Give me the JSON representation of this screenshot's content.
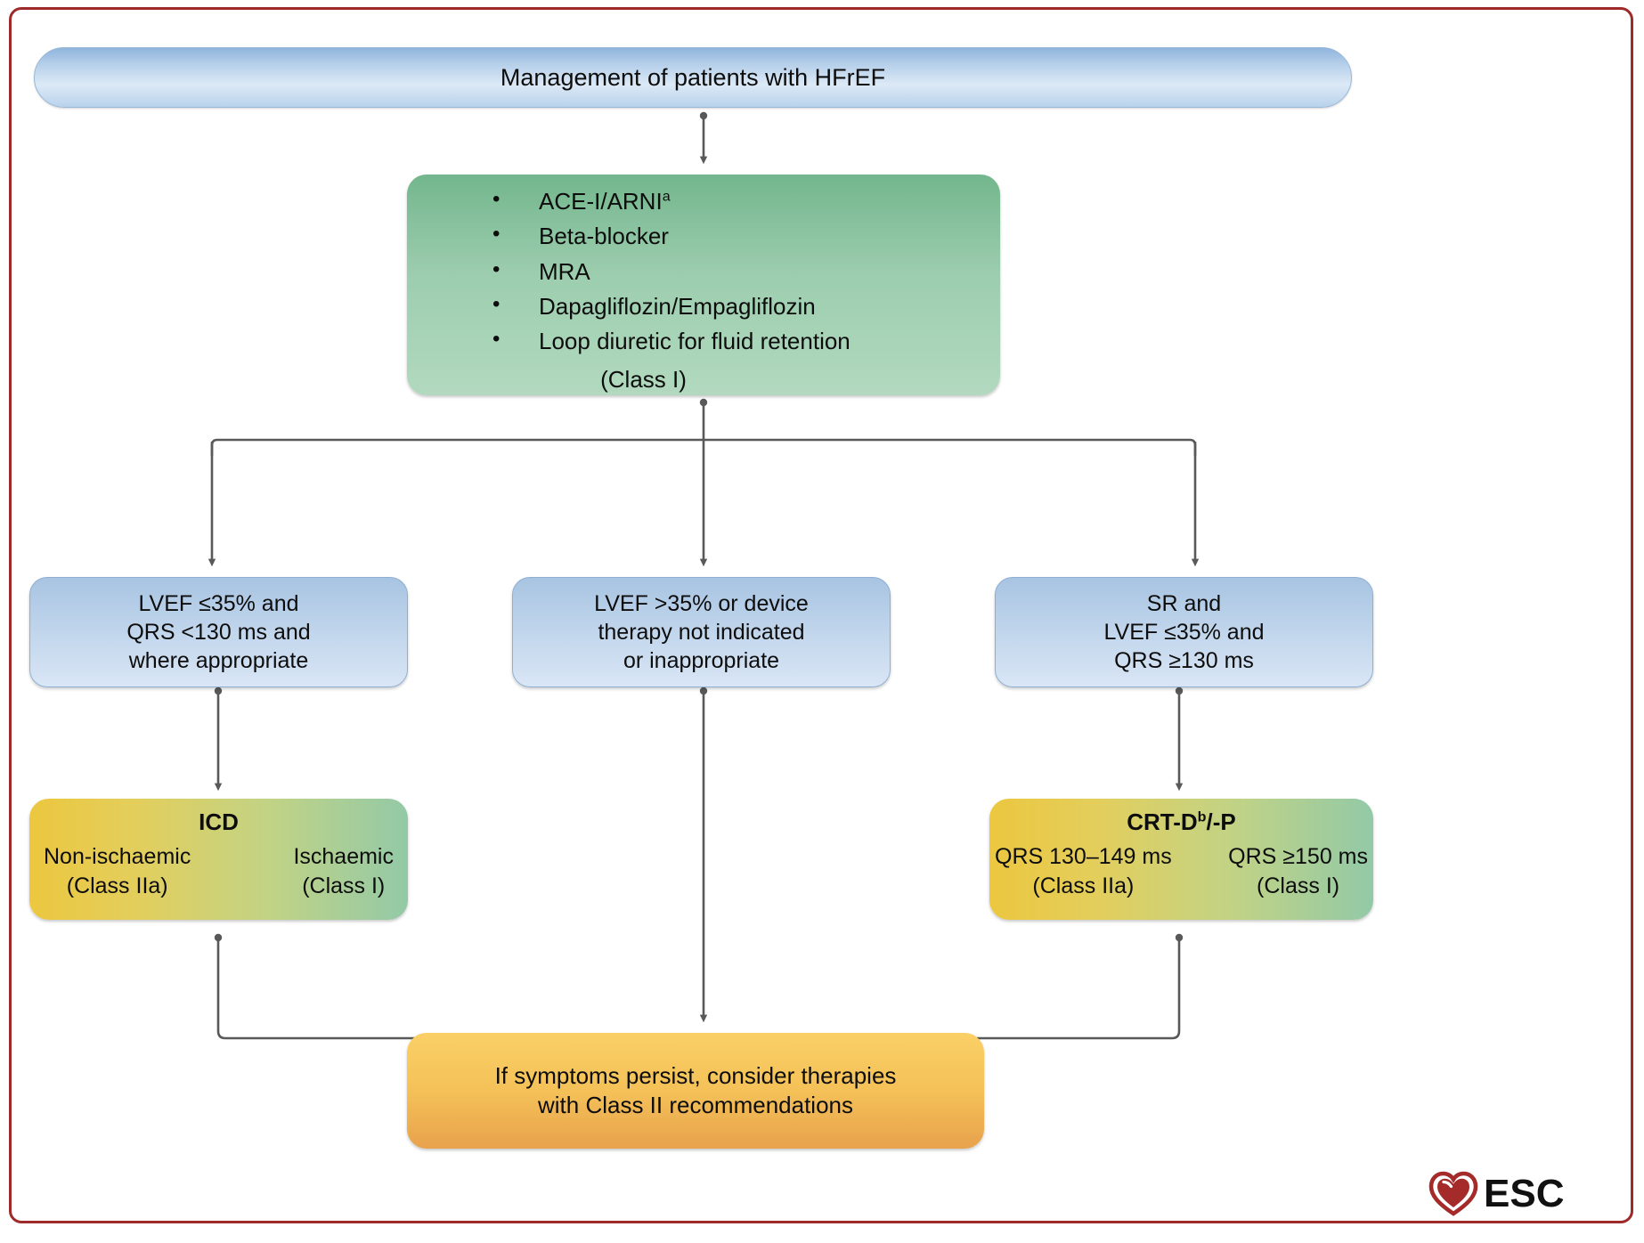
{
  "figure": {
    "title_banner": "Management of patients with HFrEF"
  },
  "therapy_box": {
    "items": [
      "ACE-I/ARNI",
      "Beta-blocker",
      "MRA",
      "Dapagliflozin/Empagliflozin",
      "Loop diuretic for fluid retention"
    ],
    "first_item_superscript": "a",
    "class_line": "(Class I)"
  },
  "decisions": [
    {
      "name": "icd-criteria",
      "lines": [
        "LVEF ≤35% and",
        "QRS <130 ms and",
        "where appropriate"
      ]
    },
    {
      "name": "no-device-criteria",
      "lines": [
        "LVEF >35% or device",
        "therapy not indicated",
        "or inappropriate"
      ]
    },
    {
      "name": "crt-criteria",
      "lines": [
        "SR and",
        "LVEF ≤35% and",
        "QRS ≥130 ms"
      ]
    }
  ],
  "icd": {
    "title": "ICD",
    "columns": [
      {
        "label": "Non-ischaemic",
        "class": "(Class IIa)"
      },
      {
        "label": "Ischaemic",
        "class": "(Class I)"
      }
    ]
  },
  "crt": {
    "title": "CRT-D",
    "title_superscript": "b",
    "title_suffix": "/-P",
    "columns": [
      {
        "label": "QRS 130–149 ms",
        "class": "(Class IIa)"
      },
      {
        "label": "QRS ≥150 ms",
        "class": "(Class I)"
      }
    ]
  },
  "outcome": {
    "lines": [
      "If symptoms persist, consider therapies",
      "with Class II recommendations"
    ]
  },
  "logo": {
    "text": "ESC",
    "icon": "heart-icon"
  },
  "colors": {
    "frame": "#9e2a2b",
    "banner_blue": "#b6d0ea",
    "green": "#9ccdae",
    "blue": "#bcd2ea",
    "yellow": "#ecc73f",
    "orange": "#f4c158",
    "connector": "#595959",
    "logo_red": "#a52a2a"
  }
}
